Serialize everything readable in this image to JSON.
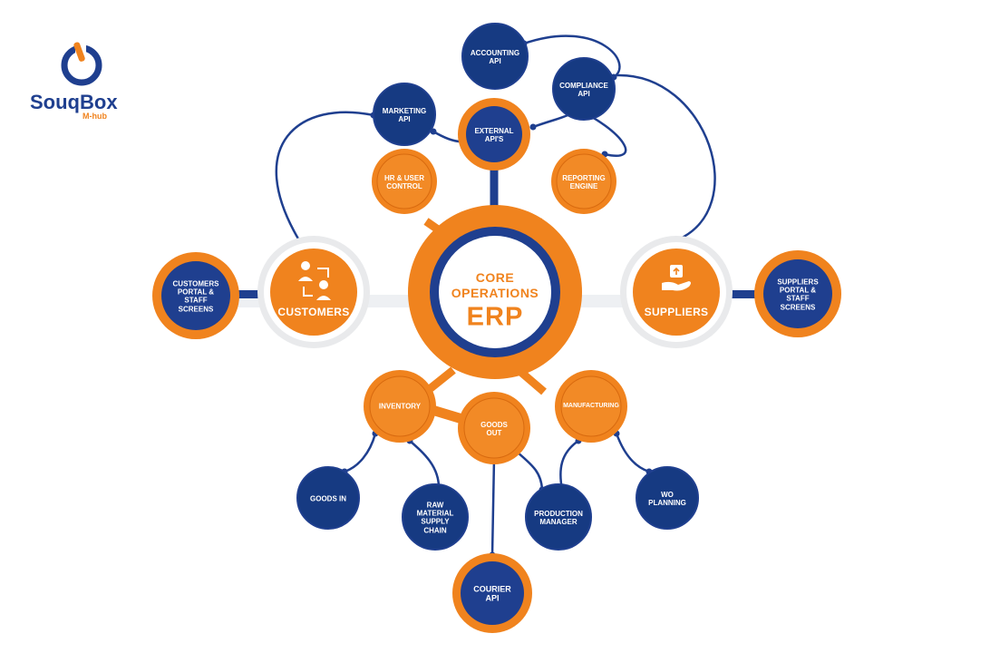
{
  "brand": {
    "name": "SouqBox",
    "subtitle": "M-hub"
  },
  "colors": {
    "blue": "#1f3f8f",
    "blue_dark": "#162e6e",
    "orange": "#f0831e",
    "orange_dark": "#d86a0f",
    "grey_ring": "#e9eaec"
  },
  "core": {
    "line1": "CORE",
    "line2": "OPERATIONS",
    "line3": "ERP"
  },
  "hubs": {
    "customers": "CUSTOMERS",
    "suppliers": "SUPPLIERS"
  },
  "nodes": {
    "accounting_api": "ACCOUNTING\nAPI",
    "compliance_api": "COMPLIANCE\nAPI",
    "marketing_api": "MARKETING\nAPI",
    "external_apis": "EXTERNAL\nAPI'S",
    "hr_user_control": "HR & USER\nCONTROL",
    "reporting_engine": "REPORTING\nENGINE",
    "customers_portal": "CUSTOMERS\nPORTAL &\nSTAFF\nSCREENS",
    "suppliers_portal": "SUPPLIERS\nPORTAL &\nSTAFF\nSCREENS",
    "inventory": "INVENTORY",
    "goods_out": "GOODS\nOUT",
    "manufacturing": "MANUFACTURING",
    "goods_in": "GOODS IN",
    "raw_material": "RAW\nMATERIAL\nSUPPLY\nCHAIN",
    "production_manager": "PRODUCTION\nMANAGER",
    "wo_planning": "WO\nPLANNING",
    "courier_api": "COURIER\nAPI"
  }
}
